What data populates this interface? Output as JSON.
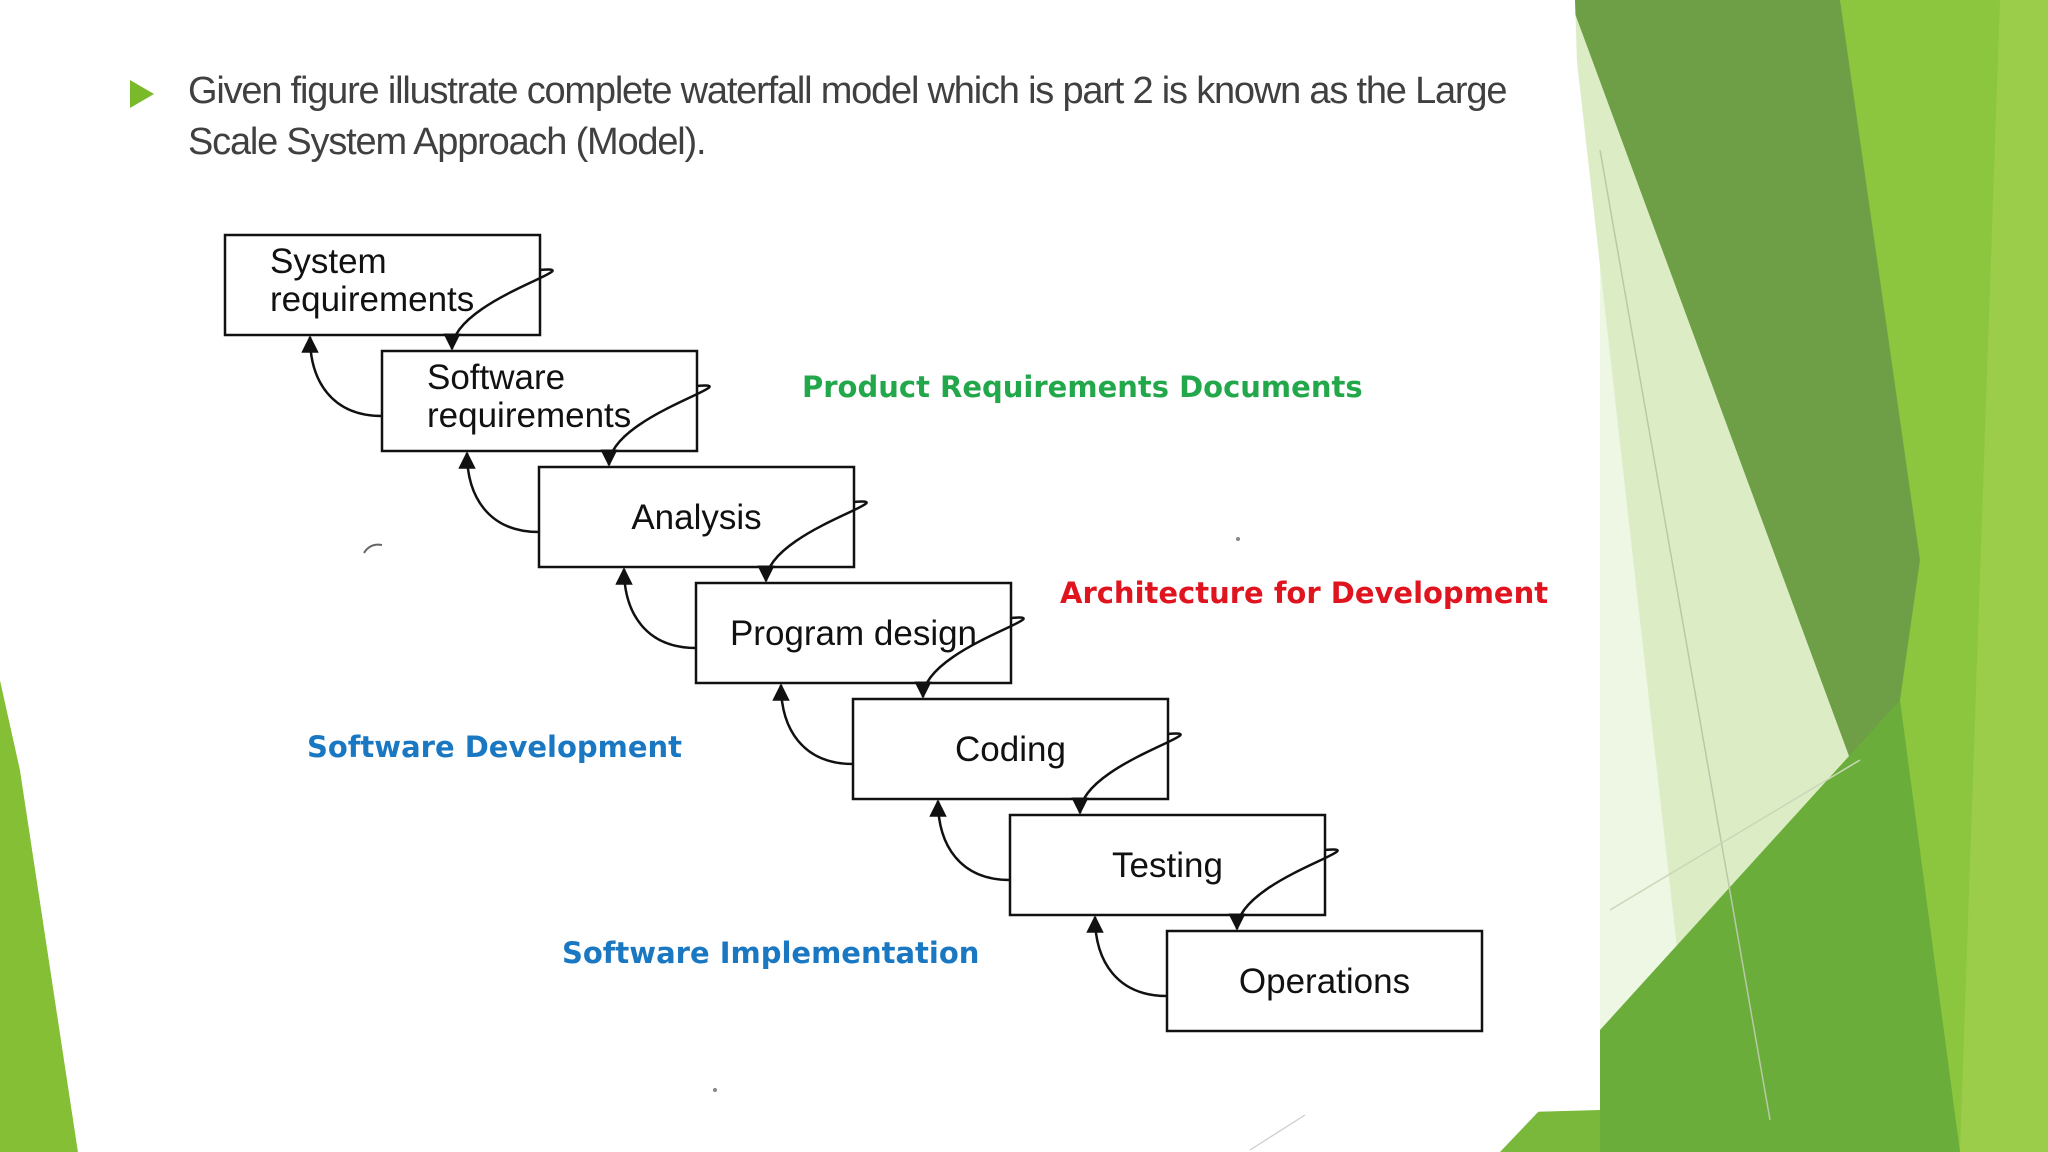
{
  "slide": {
    "bullet_text": "Given figure illustrate complete waterfall model which is part 2 is known as the Large Scale System Approach (Model)."
  },
  "diagram": {
    "stages": [
      {
        "lines": [
          "System",
          "requirements"
        ]
      },
      {
        "lines": [
          "Software",
          "requirements"
        ]
      },
      {
        "lines": [
          "Analysis"
        ]
      },
      {
        "lines": [
          "Program design"
        ]
      },
      {
        "lines": [
          "Coding"
        ]
      },
      {
        "lines": [
          "Testing"
        ]
      },
      {
        "lines": [
          "Operations"
        ]
      }
    ],
    "annotations": [
      {
        "text": "Product Requirements Documents",
        "color": "#22a84a"
      },
      {
        "text": "Architecture for Development",
        "color": "#e0141e"
      },
      {
        "text": "Software Development",
        "color": "#1a78c2"
      },
      {
        "text": "Software Implementation",
        "color": "#1a78c2"
      }
    ]
  },
  "theme": {
    "accent_dark": "#5e9a2c",
    "accent_mid": "#7ab929",
    "accent_light": "#c5e09a",
    "bullet": "#7ab929"
  }
}
